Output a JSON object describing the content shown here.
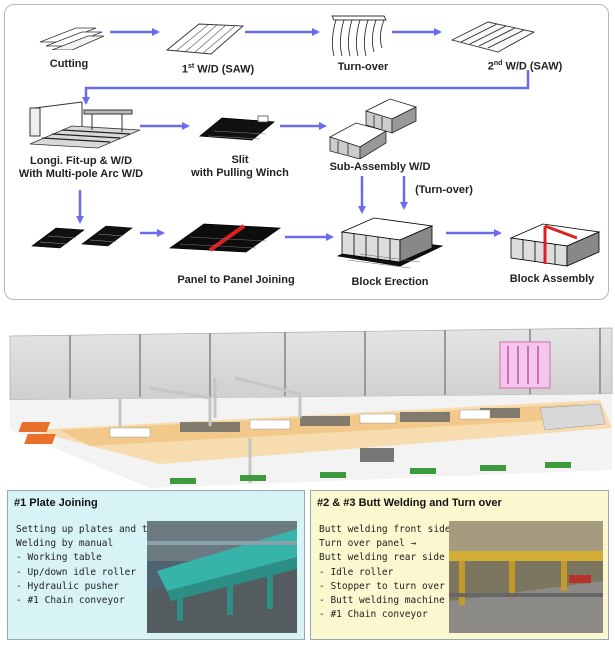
{
  "flow": {
    "cutting": "Cutting",
    "wd_saw_1_pre": "1",
    "wd_saw_1_sup": "st",
    "wd_saw_1_post": " W/D (SAW)",
    "turn_over": "Turn-over",
    "wd_saw_2_pre": "2",
    "wd_saw_2_sup": "nd",
    "wd_saw_2_post": " W/D (SAW)",
    "longi_line1": "Longi. Fit-up & W/D",
    "longi_line2": "With Multi-pole Arc W/D",
    "slit_line1": "Slit",
    "slit_line2": "with Pulling Winch",
    "sub_assembly": "Sub-Assembly W/D",
    "turn_over_paren": "(Turn-over)",
    "panel_joining": "Panel to Panel Joining",
    "block_erection": "Block Erection",
    "block_assembly": "Block Assembly"
  },
  "box1": {
    "title": "#1 Plate Joining",
    "lines": "Setting up plates and tact\nWelding by manual\n- Working table\n- Up/down idle roller\n- Hydraulic pusher\n- #1 Chain conveyor"
  },
  "box2": {
    "title": "#2 & #3 Butt Welding and Turn over",
    "lines": "Butt welding front side →\nTurn over panel →\nButt welding rear side\n- Idle roller\n- Stopper to turn over\n- Butt welding machine\n- #1 Chain conveyor"
  },
  "colors": {
    "arrow": "#6a6cf0",
    "joint_red": "#e02020",
    "floor": "#f6dcae",
    "box1_bg": "#d8f3f6",
    "box2_bg": "#fbf7cf"
  }
}
